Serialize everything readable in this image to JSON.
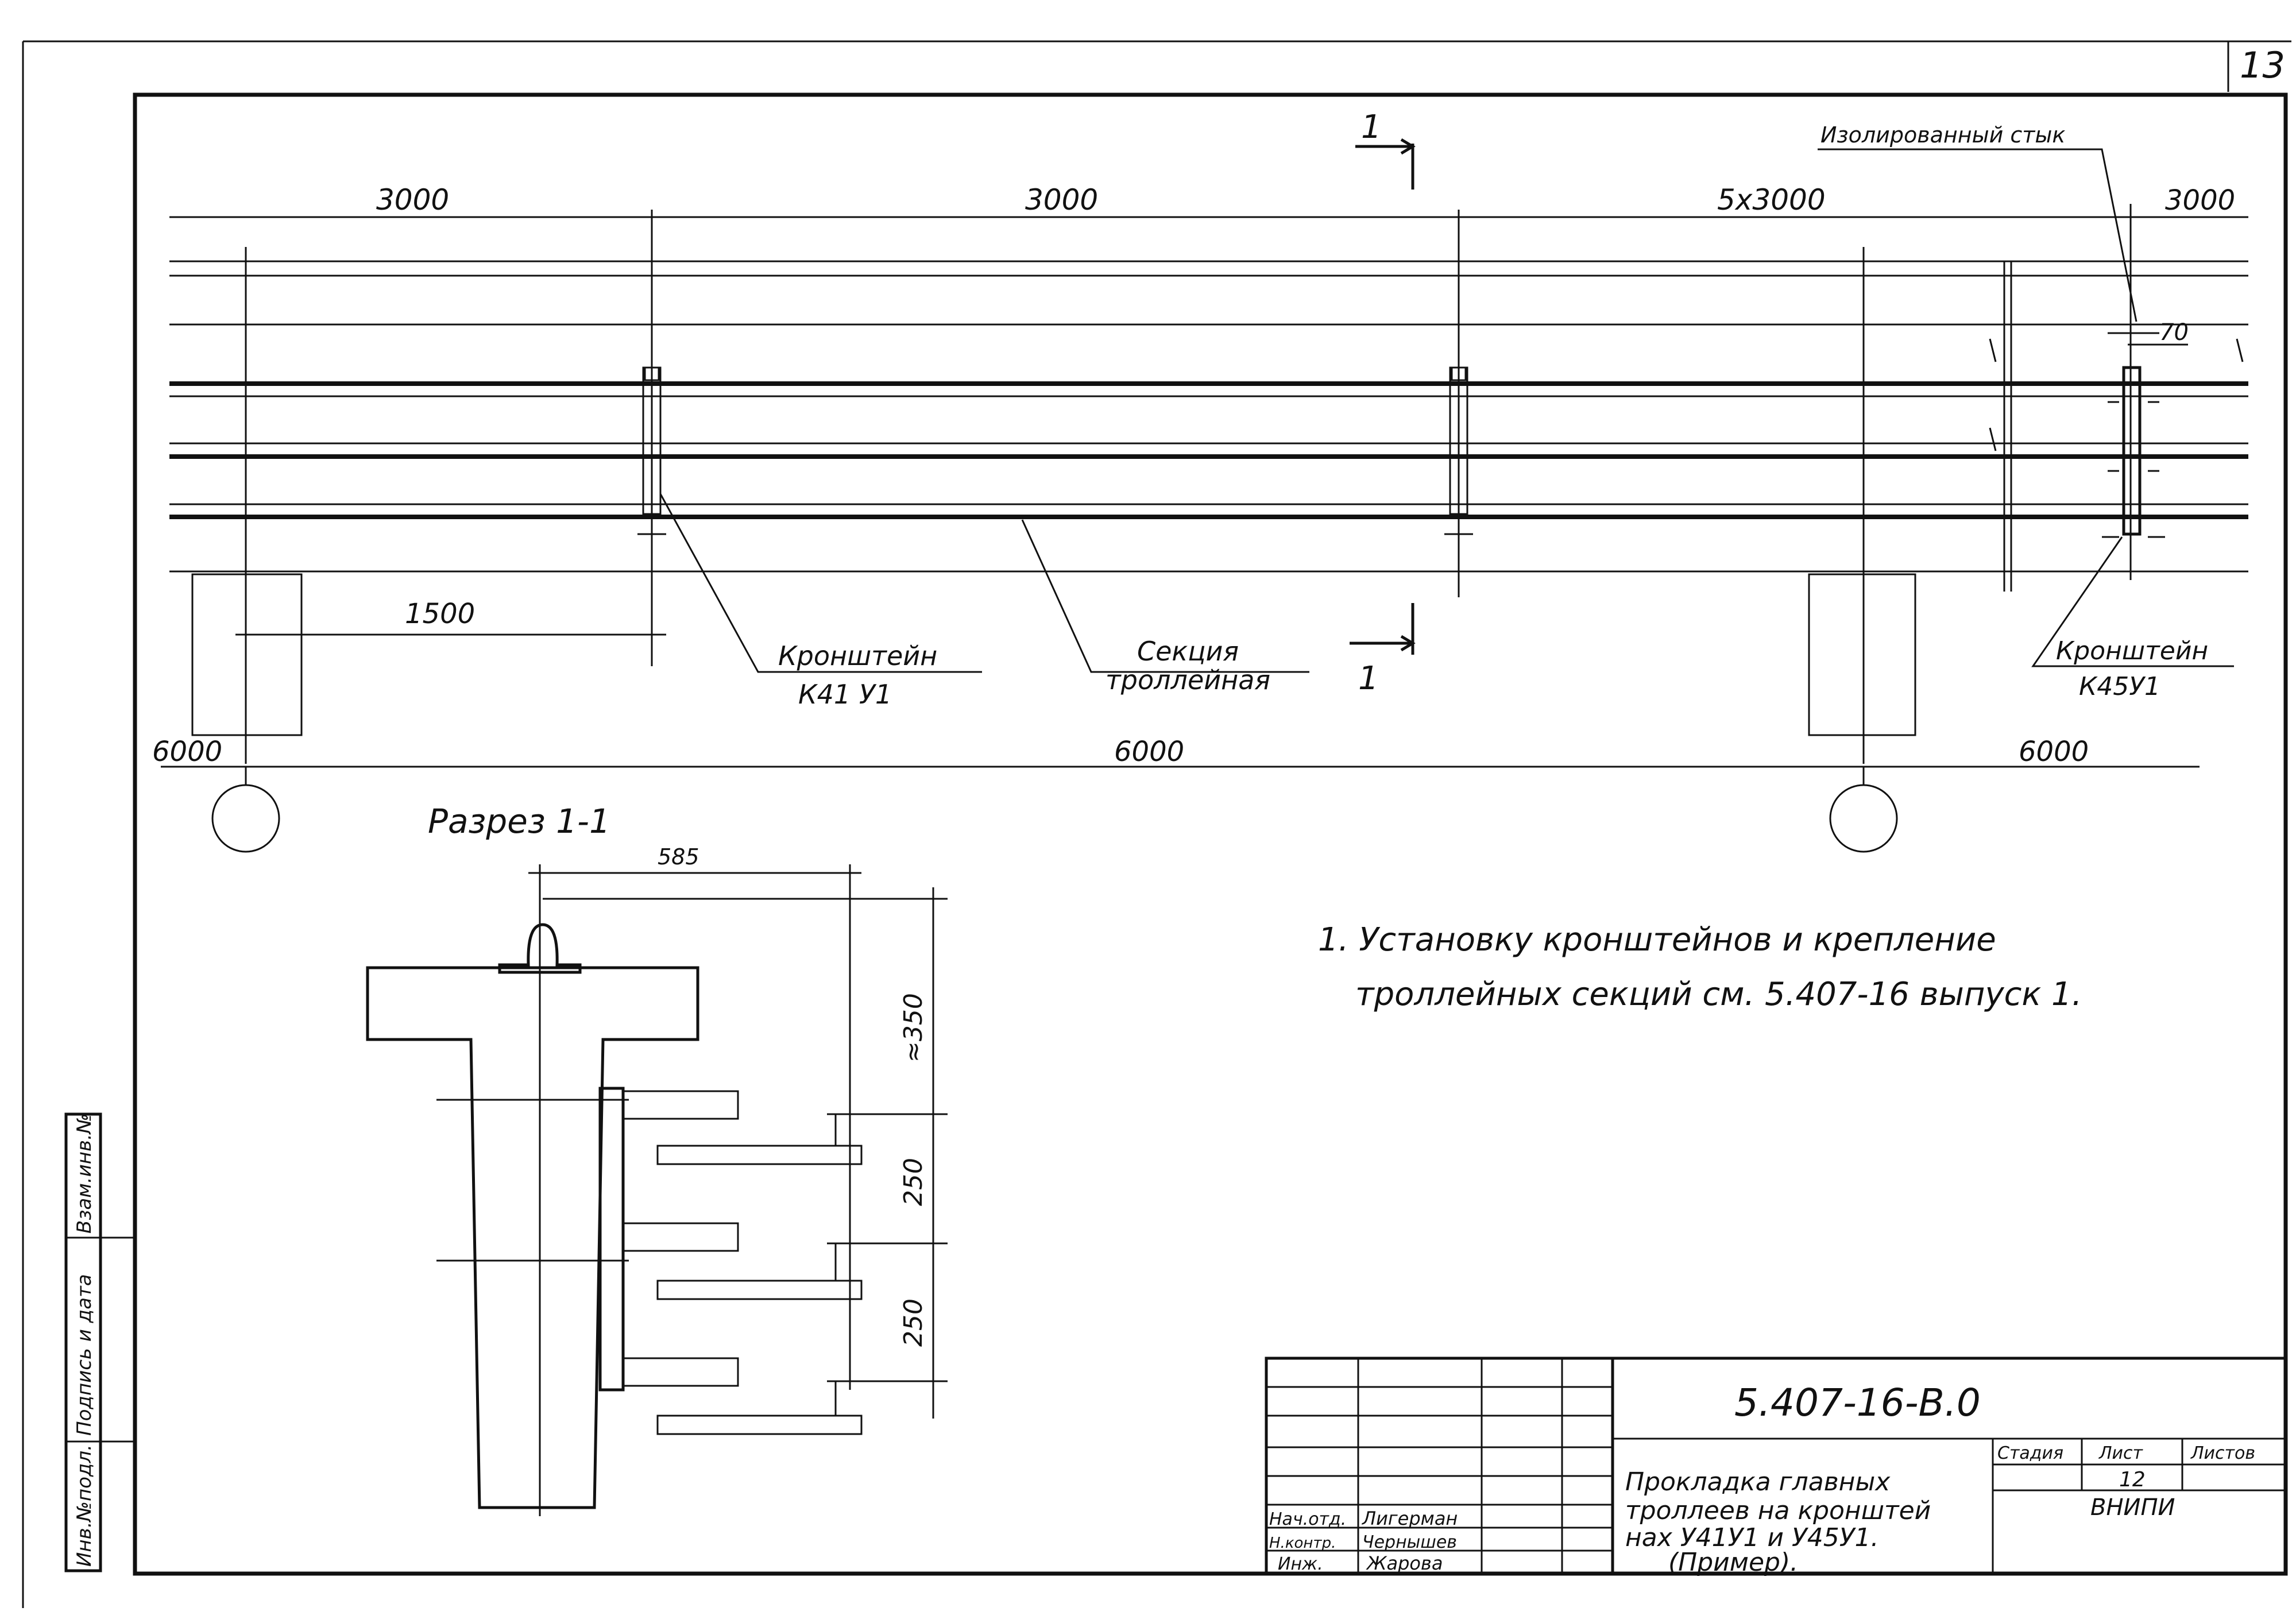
{
  "sheet": {
    "page_number": "13",
    "left_stamp": [
      "Инв.№подл.",
      "Подпись и дата",
      "Взам.инв.№"
    ]
  },
  "plan": {
    "dims_top": [
      "3000",
      "3000",
      "5x3000",
      "3000"
    ],
    "dim_70": "70",
    "dim_1500": "1500",
    "dims_bottom": [
      "6000",
      "6000",
      "6000"
    ],
    "section_mark": "1",
    "insulated_joint_label": "Изолированный стык",
    "bracket_k41_label": [
      "Кронштейн",
      "К41 У1"
    ],
    "bracket_k45_label": [
      "Кронштейн",
      "К45У1"
    ],
    "trolley_section_label": [
      "Секция",
      "троллейная"
    ]
  },
  "section": {
    "title": "Разрез 1-1",
    "dim_585": "585",
    "dim_350": "≈350",
    "dim_250_a": "250",
    "dim_250_b": "250"
  },
  "notes": {
    "note_lines": [
      "1. Установку кронштейнов и крепление",
      "троллейных секций см. 5.407-16  выпуск 1."
    ]
  },
  "title_block": {
    "code": "5.407-16-В.0",
    "title_lines": [
      "Прокладка главных",
      "троллеев на кронштей",
      "нах У41У1 и У45У1.",
      "(Пример)."
    ],
    "stage_header": "Стадия",
    "sheet_header": "Лист",
    "sheets_header": "Листов",
    "sheet_no": "12",
    "org": "ВНИПИ",
    "roles": [
      {
        "role": "Нач.отд.",
        "name": "Лигерман"
      },
      {
        "role": "Н.контр.",
        "name": "Чернышев"
      },
      {
        "role": "Инж.",
        "name": "Жарова"
      }
    ]
  }
}
